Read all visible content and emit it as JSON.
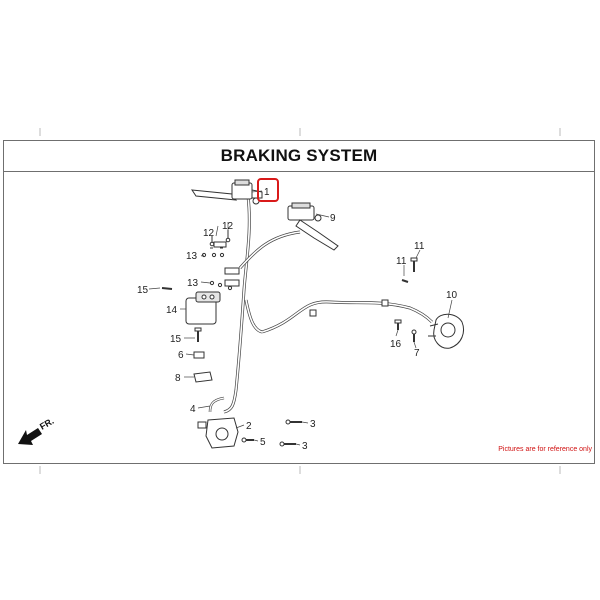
{
  "title": "BRAKING SYSTEM",
  "direction_label": "FR.",
  "disclaimer": "Pictures are for reference only",
  "highlight_color": "#d91a1a",
  "callouts": {
    "c1": "1",
    "c2": "2",
    "c3a": "3",
    "c3b": "3",
    "c4": "4",
    "c5": "5",
    "c6": "6",
    "c7": "7",
    "c8": "8",
    "c9": "9",
    "c10": "10",
    "c11a": "11",
    "c11b": "11",
    "c12a": "12",
    "c12b": "12",
    "c13a": "13",
    "c13b": "13",
    "c14": "14",
    "c15a": "15",
    "c15b": "15",
    "c16": "16"
  },
  "highlighted_part": "1"
}
